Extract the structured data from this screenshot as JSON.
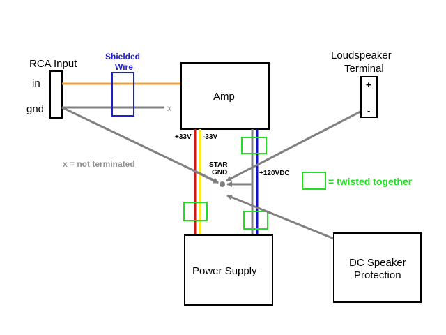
{
  "rca": {
    "title": "RCA Input",
    "in_label": "in",
    "gnd_label": "gnd"
  },
  "shielded_wire": {
    "line1": "Shielded",
    "line2": "Wire",
    "color": "#1f1fc8"
  },
  "x_mark": "x",
  "not_terminated_note": "x = not terminated",
  "amp": {
    "label": "Amp"
  },
  "voltages": {
    "pos": "+33V",
    "neg": "-33V",
    "hv": "+120VDC"
  },
  "star_gnd": {
    "line1": "STAR",
    "line2": "GND"
  },
  "loudspeaker": {
    "line1": "Loudspeaker",
    "line2": "Terminal",
    "plus": "+",
    "minus": "-"
  },
  "power_supply": {
    "label": "Power Supply"
  },
  "dc_protection": {
    "line1": "DC Speaker",
    "line2": "Protection"
  },
  "legend": {
    "text": "= twisted together",
    "color": "#22dd22"
  },
  "wire_colors": {
    "signal": "#f0a030",
    "ground": "#808080",
    "pos_rail": "#dd1111",
    "neg_rail": "#ffee00",
    "hv_rail": "#1111cc",
    "hv_return": "#808080"
  }
}
